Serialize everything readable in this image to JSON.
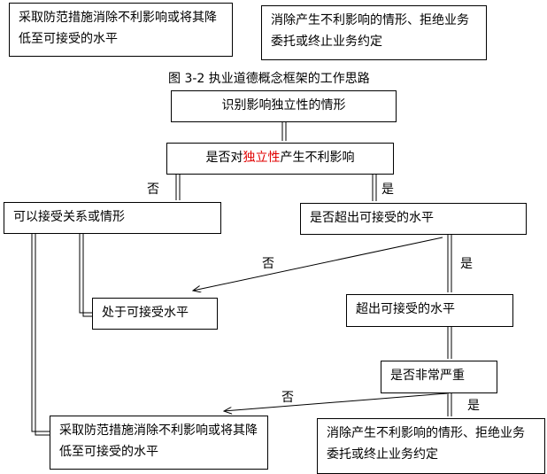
{
  "top_boxes": {
    "left": "采取防范措施消除不利影响或将其降低至可接受的水平",
    "right": "消除产生不利影响的情形、拒绝业务委托或终止业务约定"
  },
  "caption": "图 3-2 执业道德概念框架的工作思路",
  "nodes": {
    "identify": "识别影响独立性的情形",
    "question1_pre": "是否对",
    "question1_red": "独立性",
    "question1_post": "产生不利影响",
    "acceptable_relation": "可以接受关系或情形",
    "exceed_question": "是否超出可接受的水平",
    "at_acceptable": "处于可接受水平",
    "exceeds": "超出可接受的水平",
    "severe_question": "是否非常严重",
    "mitigate": "采取防范措施消除不利影响或将其降低至可接受的水平",
    "eliminate": "消除产生不利影响的情形、拒绝业务委托或终止业务约定"
  },
  "labels": {
    "no1": "否",
    "yes1": "是",
    "no2": "否",
    "yes2": "是",
    "no3": "否",
    "yes3": "是"
  },
  "colors": {
    "highlight": "#e00000"
  }
}
